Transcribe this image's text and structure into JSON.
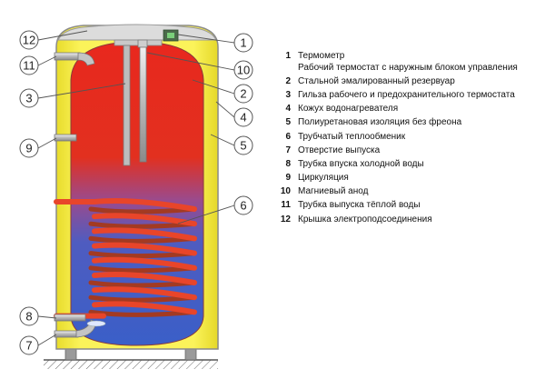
{
  "callouts": {
    "c1": "1",
    "c2": "2",
    "c3": "3",
    "c4": "4",
    "c5": "5",
    "c6": "6",
    "c7": "7",
    "c8": "8",
    "c9": "9",
    "c10": "10",
    "c11": "11",
    "c12": "12"
  },
  "legend": [
    {
      "num": "1",
      "text": "Термометр",
      "text2": "Рабочий термостат с наружным блоком управления"
    },
    {
      "num": "2",
      "text": "Стальной эмалированный резервуар"
    },
    {
      "num": "3",
      "text": "Гильза рабочего и предохранительного термостата"
    },
    {
      "num": "4",
      "text": "Кожух водонагревателя"
    },
    {
      "num": "5",
      "text": "Полиуретановая изоляция без фреона"
    },
    {
      "num": "6",
      "text": "Трубчатый теплообменик"
    },
    {
      "num": "7",
      "text": "Отверстие выпуска"
    },
    {
      "num": "8",
      "text": "Трубка впуска холодной воды"
    },
    {
      "num": "9",
      "text": "Циркуляция"
    },
    {
      "num": "10",
      "text": "Магниевый анод"
    },
    {
      "num": "11",
      "text": "Трубка выпуска тёплой воды"
    },
    {
      "num": "12",
      "text": "Крышка электроподсоединения"
    }
  ],
  "colors": {
    "insulation": "#f7ee3c",
    "hot": "#e8281e",
    "cold": "#3a5fc8",
    "coil": "#e8452a",
    "pipe": "#b5b5b5",
    "lid": "#dcdcdc"
  }
}
